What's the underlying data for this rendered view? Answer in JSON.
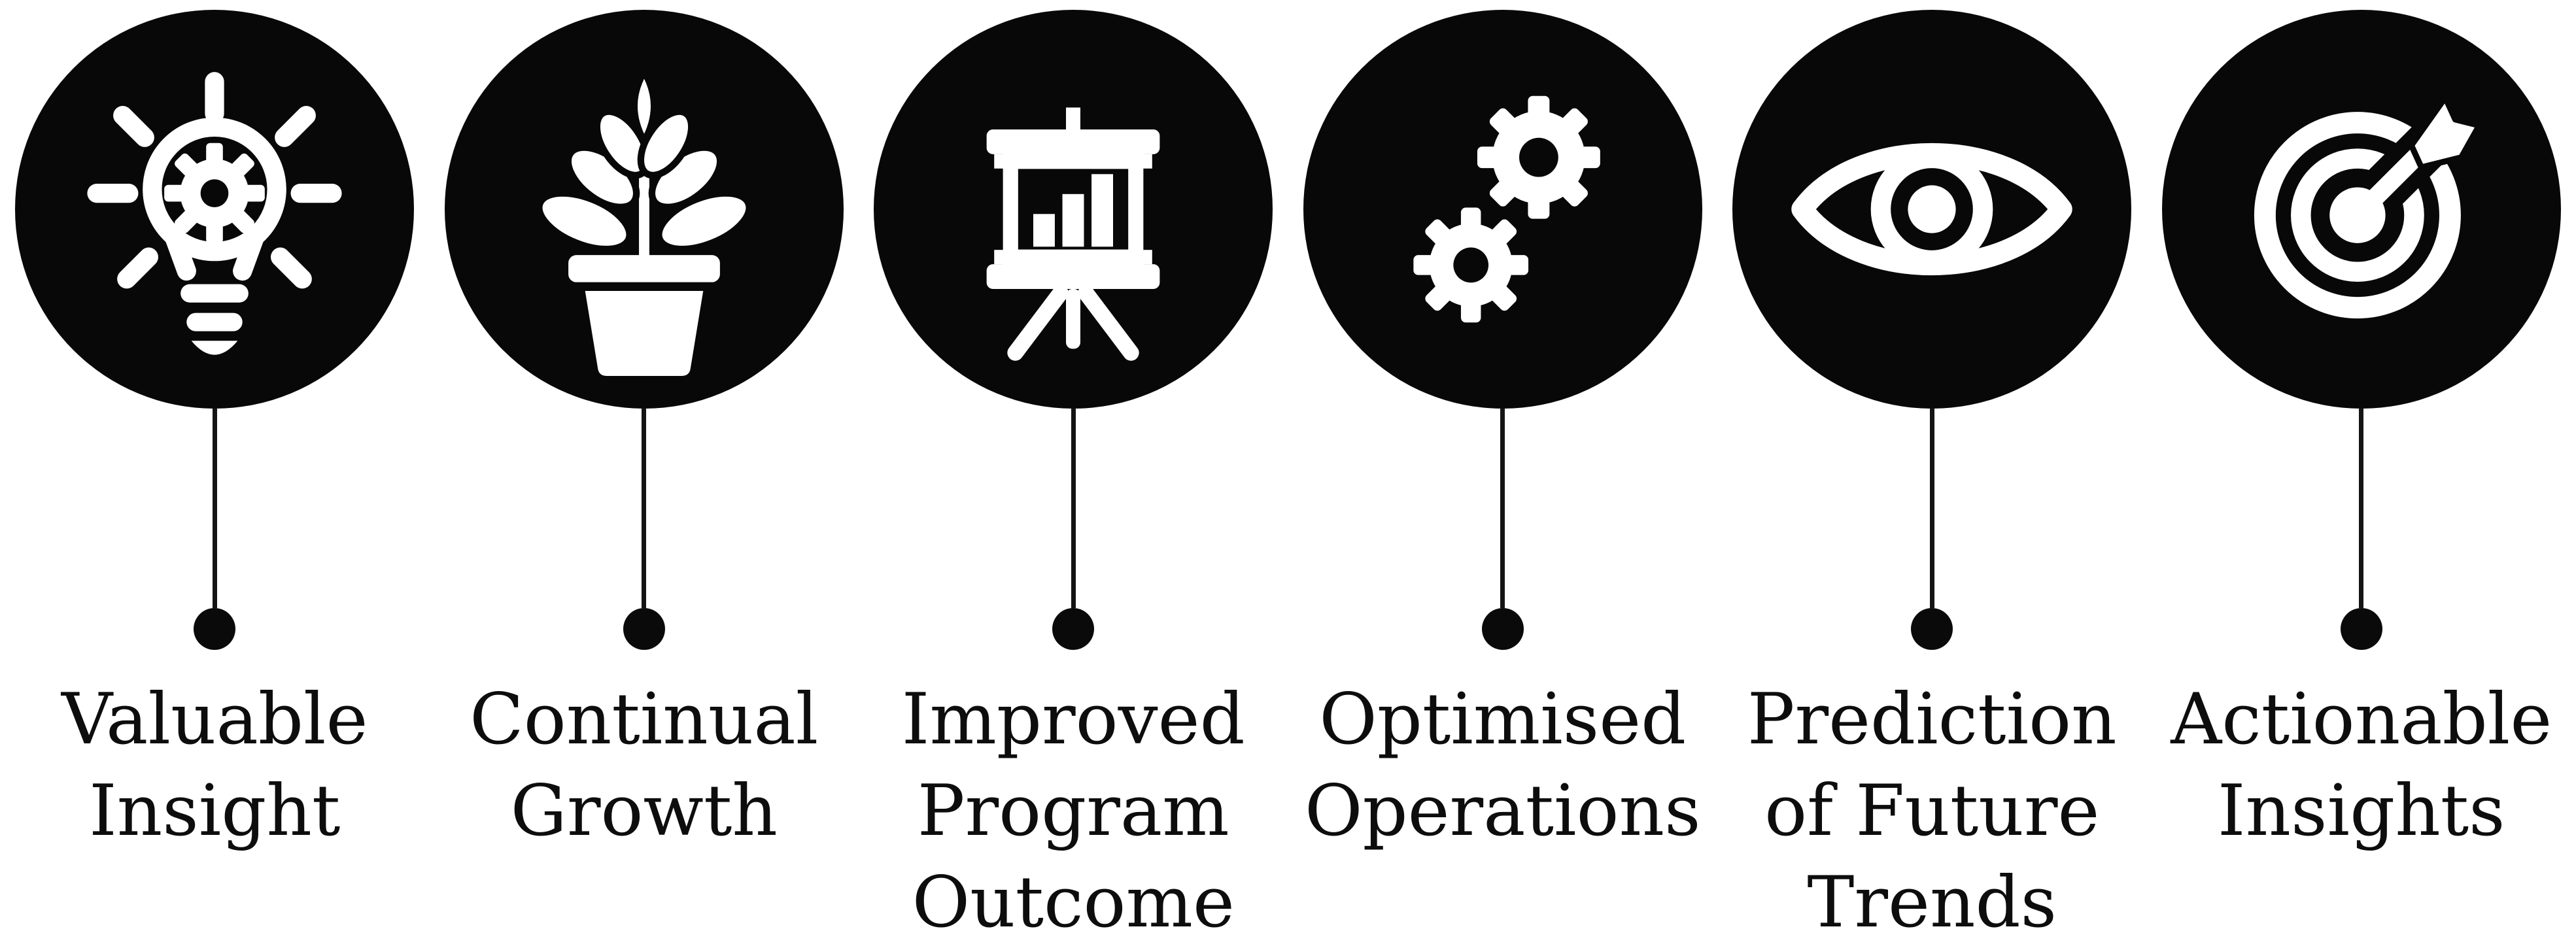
{
  "page": {
    "background_color": "#ffffff",
    "type": "benefits-infographic"
  },
  "styles": {
    "circle_color": "#080808",
    "icon_color": "#ffffff",
    "connector_color": "#141414",
    "text_color": "#0d0d0d"
  },
  "items": [
    {
      "icon": "lightbulb-gear-icon",
      "label": "Valuable\nInsight"
    },
    {
      "icon": "potted-plant-icon",
      "label": "Continual\nGrowth"
    },
    {
      "icon": "presentation-chart-icon",
      "label": "Improved\nProgram\nOutcome"
    },
    {
      "icon": "gears-icon",
      "label": "Optimised\nOperations"
    },
    {
      "icon": "eye-icon",
      "label": "Prediction\nof Future\nTrends"
    },
    {
      "icon": "target-arrow-icon",
      "label": "Actionable\nInsights"
    }
  ]
}
